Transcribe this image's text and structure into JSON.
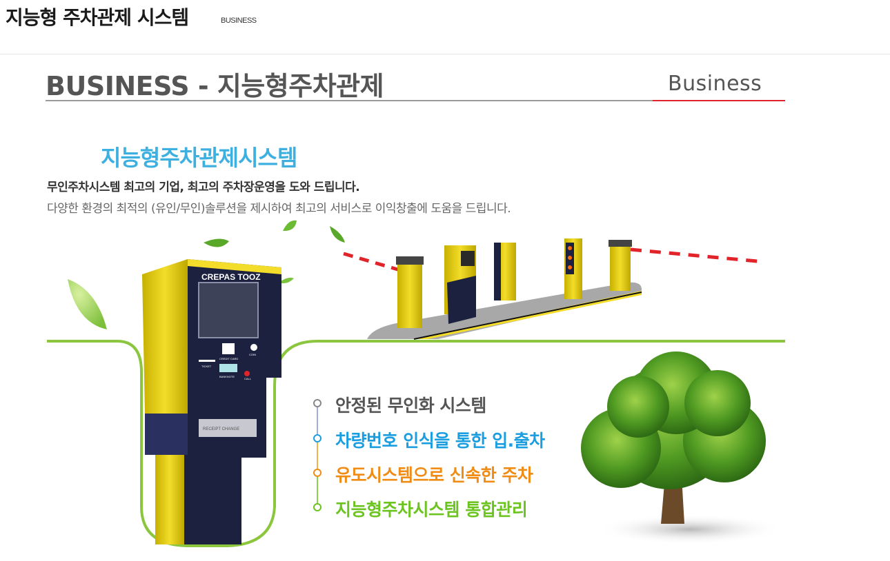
{
  "header": {
    "title": "지능형 주차관제 시스템",
    "subtitle": "BUSINESS"
  },
  "banner": {
    "title": "BUSINESS - 지능형주차관제",
    "tag": "Business",
    "system_title": "지능형주차관제시스템",
    "desc_line1": "무인주차시스템 최고의 기업, 최고의 주차장운영을 도와 드립니다.",
    "desc_line2": "다양한 환경의 최적의 (유인/무인)솔루션을 제시하여 최고의 서비스로 이익창출에 도움을 드립니다."
  },
  "kiosk": {
    "brand": "CREPAS TOOZ",
    "credit_card": "CREDIT CARD",
    "coin": "COIN",
    "ticket": "TICKET",
    "banknote": "BANKNOTE",
    "call": "CALL",
    "receipt": "RECEIPT CHANGE"
  },
  "features": [
    {
      "label": "안정된 무인화 시스템",
      "color": "#555555"
    },
    {
      "label": "차량번호 인식을 통한 입.출차",
      "color": "#1a9ee0"
    },
    {
      "label": "유도시스템으로 신속한 주차",
      "color": "#f08c14"
    },
    {
      "label": "지능형주차시스템 통합관리",
      "color": "#6cc420"
    }
  ],
  "colors": {
    "accent_red": "#e0242a",
    "title_blue": "#3eb0e0",
    "green_line": "#8cc63f",
    "kiosk_yellow": "#e8d020",
    "kiosk_navy": "#1c2140"
  }
}
